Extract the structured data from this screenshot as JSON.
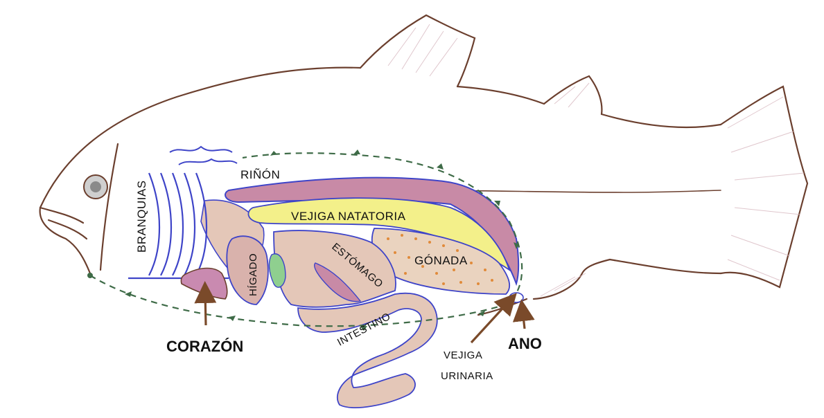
{
  "labels": {
    "branquias": "BRANQUIAS",
    "rinon": "RIÑÓN",
    "vejiga_natatoria": "VEJIGA NATATORIA",
    "higado": "HÍGADO",
    "estomago": "ESTÓMAGO",
    "gonada": "GÓNADA",
    "intestino": "INTESTINO",
    "corazon": "CORAZÓN",
    "vejiga_urinaria_line1": "VEJIGA",
    "vejiga_urinaria_line2": "URINARIA",
    "ano": "ANO"
  },
  "colors": {
    "outline": "#6b3f2e",
    "gill": "#3e44c8",
    "kidney": "#c88aa6",
    "swim_bladder": "#f3f08a",
    "liver_tissue": "#e4c7b8",
    "gonad": "#ead3bf",
    "gonad_dots": "#e08a3a",
    "gall": "#8fcf8f",
    "heart": "#c98ab0",
    "circulation": "#3e6b47",
    "arrow": "#7a4a2a"
  }
}
